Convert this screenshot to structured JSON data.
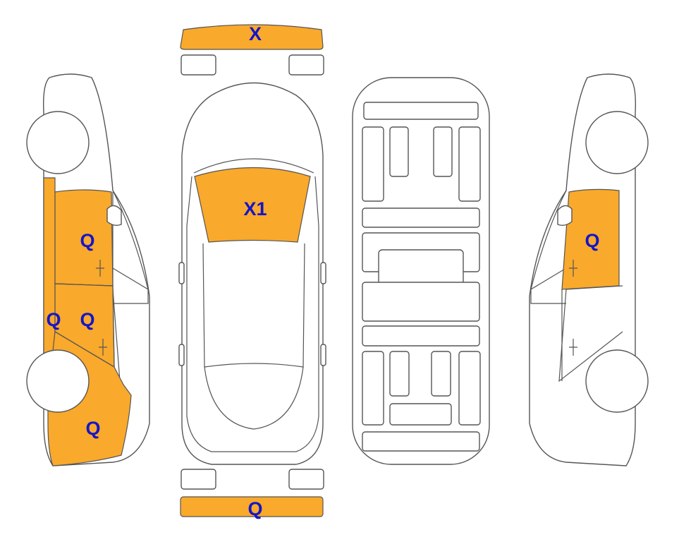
{
  "colors": {
    "damage_fill": "#F9A92B",
    "label_text": "#1515C8",
    "outline": "#555555",
    "background": "#FFFFFF"
  },
  "labels": {
    "front_bumper": "X",
    "windshield": "X1",
    "left_front_door": "Q",
    "left_rocker": "Q",
    "left_rear_door": "Q",
    "left_rear_quarter": "Q",
    "right_front_door": "Q",
    "rear_bumper": "Q"
  }
}
